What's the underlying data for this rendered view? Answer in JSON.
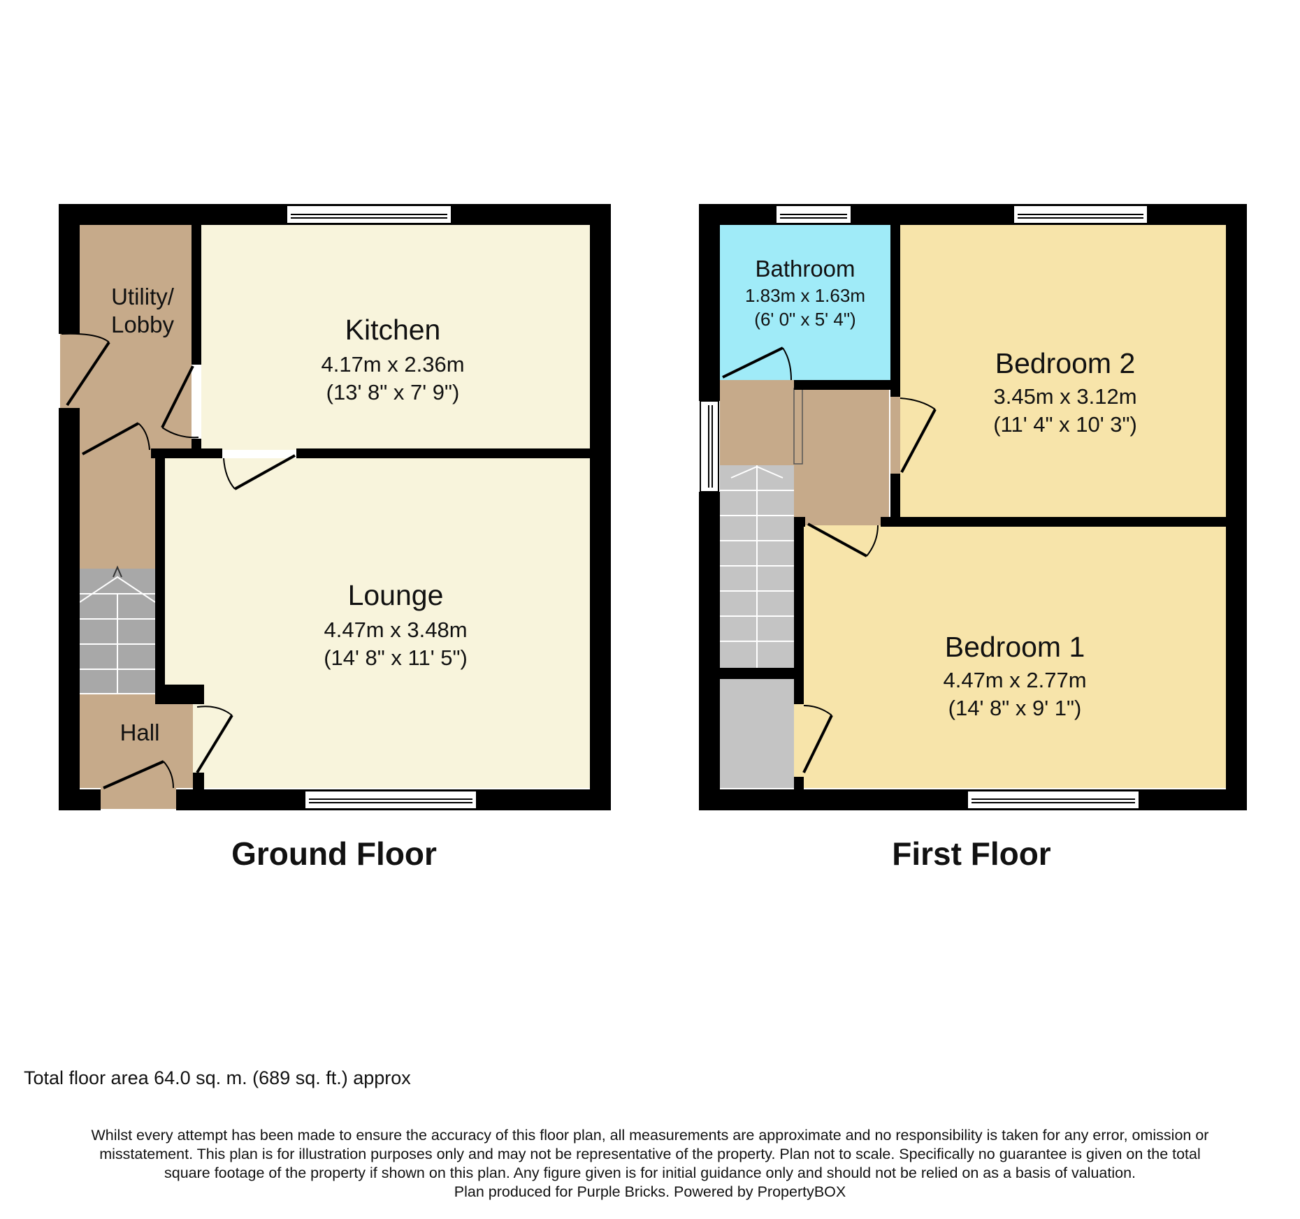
{
  "colors": {
    "wall": "#000000",
    "beige_room": "#c6aa8a",
    "cream_room": "#f8f4dc",
    "yellow_room": "#f7e4aa",
    "bathroom": "#a0ebf8",
    "stairs": "#b4b4b4",
    "cupboard": "#c4c4c4"
  },
  "ground_floor": {
    "title": "Ground Floor",
    "rooms": {
      "utility": {
        "name_line1": "Utility/",
        "name_line2": "Lobby"
      },
      "kitchen": {
        "name": "Kitchen",
        "metric": "4.17m x 2.36m",
        "imperial": "(13' 8\" x 7' 9\")"
      },
      "lounge": {
        "name": "Lounge",
        "metric": "4.47m x 3.48m",
        "imperial": "(14' 8\" x 11' 5\")"
      },
      "hall": {
        "name": "Hall"
      }
    }
  },
  "first_floor": {
    "title": "First Floor",
    "rooms": {
      "bathroom": {
        "name": "Bathroom",
        "metric": "1.83m x 1.63m",
        "imperial": "(6' 0\" x 5' 4\")"
      },
      "bedroom2": {
        "name": "Bedroom 2",
        "metric": "3.45m x 3.12m",
        "imperial": "(11' 4\" x 10' 3\")"
      },
      "bedroom1": {
        "name": "Bedroom 1",
        "metric": "4.47m x 2.77m",
        "imperial": "(14' 8\" x 9' 1\")"
      }
    }
  },
  "footer": {
    "total_area": "Total floor area 64.0 sq. m. (689 sq. ft.) approx",
    "disclaimer_line1": "Whilst every attempt has been made to ensure the accuracy of this floor plan, all measurements are approximate and no responsibility is taken for any error, omission or",
    "disclaimer_line2": "misstatement. This plan is for illustration purposes only and may not be representative of the property. Plan not to scale. Specifically no guarantee is given on the total",
    "disclaimer_line3": "square footage of the property if shown on this plan. Any figure given is for initial guidance only and should not be relied on as a basis of valuation.",
    "disclaimer_line4": "Plan produced for Purple Bricks. Powered by PropertyBOX"
  }
}
